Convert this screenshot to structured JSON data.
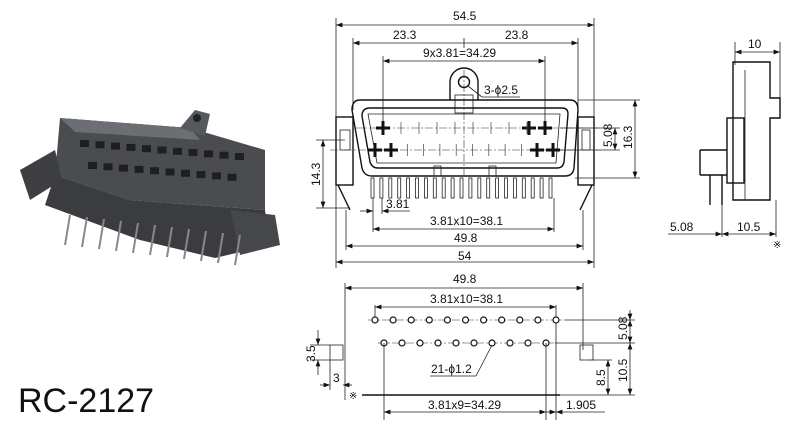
{
  "model": "RC-2127",
  "front_view": {
    "overall_width": "54.5",
    "left_offset": "23.3",
    "right_offset": "23.8",
    "top_pitch": "9x3.81=34.29",
    "mount_hole": "3-ϕ2.5",
    "row_spacing": "5.08",
    "body_height": "16.3",
    "height": "14.3",
    "pin_pitch": "3.81",
    "bottom_pitch": "3.81x10=38.1",
    "flange_span": "49.8",
    "base_width": "54"
  },
  "side_view": {
    "depth": "10",
    "pin_offset": "5.08",
    "pin_depth": "10.5",
    "ref_mark": "※"
  },
  "pcb_layout": {
    "flange_span": "49.8",
    "row1_pitch": "3.81x10=38.1",
    "row2_pitch": "3.81x9=34.29",
    "row_offset": "1.905",
    "hole_spec": "21-ϕ1.2",
    "row_spacing": "5.08",
    "ref_to_row": "10.5",
    "ref_to_slot": "8.5",
    "slot_height": "3.5",
    "slot_width": "3",
    "ref_mark": "※"
  }
}
